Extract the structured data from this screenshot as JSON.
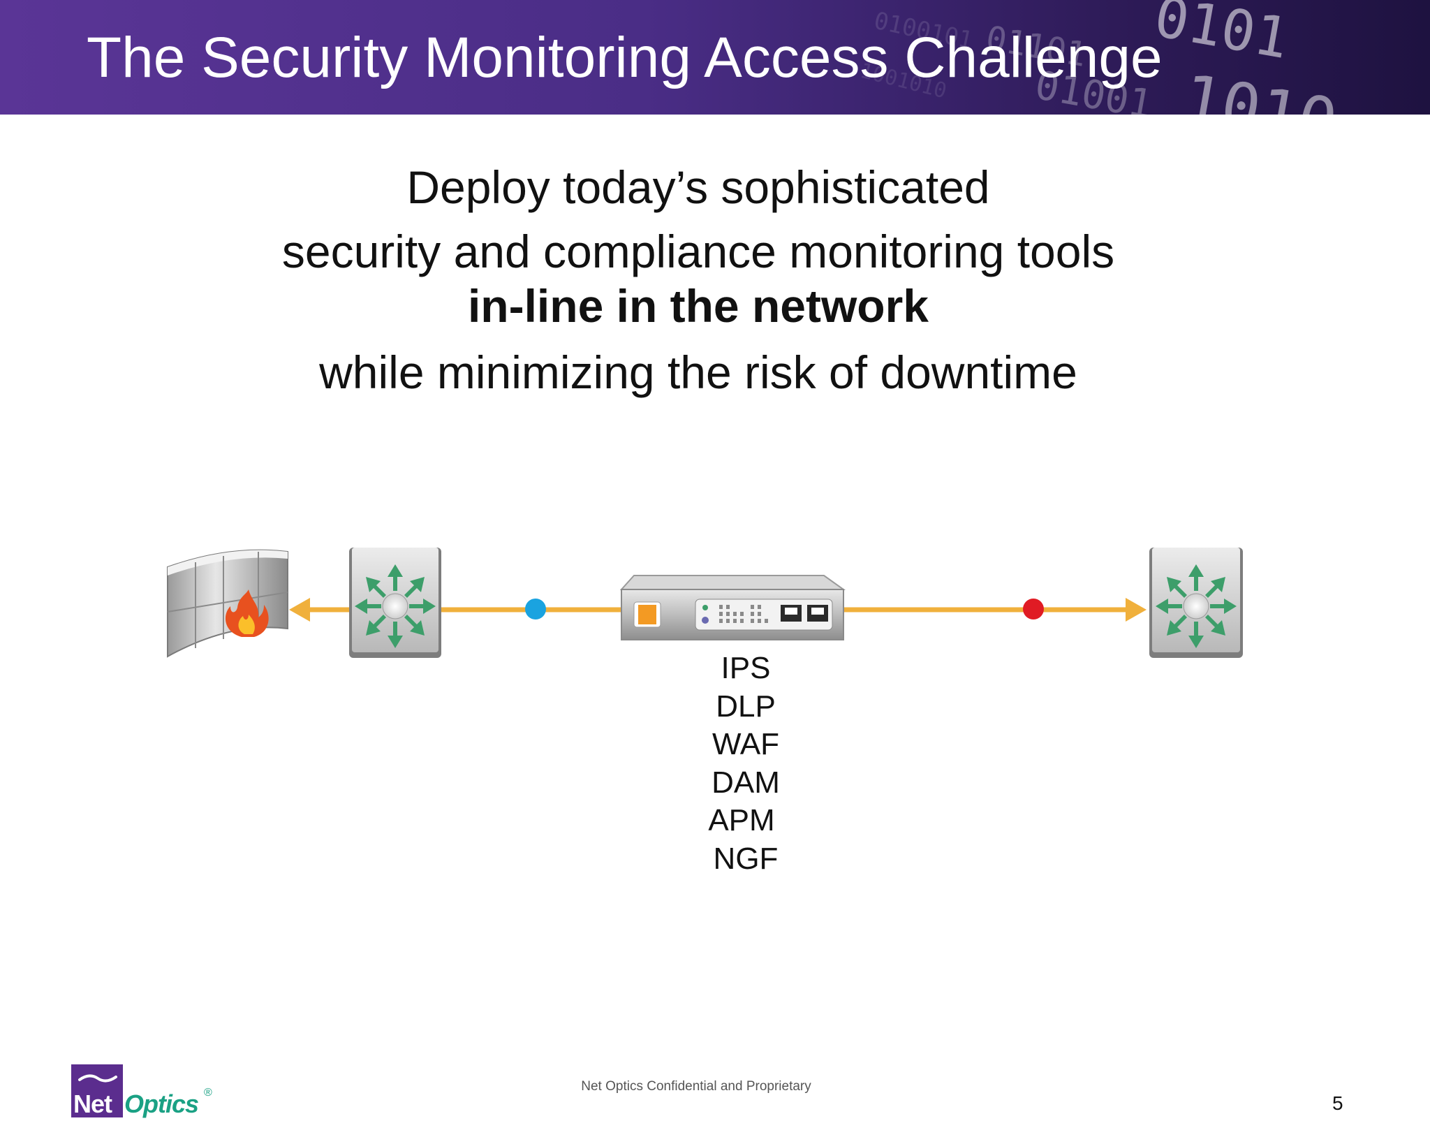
{
  "slide": {
    "title": "The Security Monitoring Access Challenge",
    "lines": [
      "Deploy today’s sophisticated",
      "security and compliance monitoring tools",
      "in-line in the network",
      "while minimizing the risk of downtime"
    ]
  },
  "diagram": {
    "devices": [
      "firewall-icon",
      "switch-icon",
      "inline-appliance-icon",
      "switch-icon"
    ],
    "link_color": "#f0b03c",
    "left_marker_color": "#1aa3e0",
    "right_marker_color": "#e01b24",
    "tools": [
      "IPS",
      "DLP",
      "WAF",
      "DAM",
      "APM",
      "NGF"
    ]
  },
  "footer": {
    "confidential": "Net Optics Confidential and Proprietary",
    "page_number": "5",
    "logo_net": "Net",
    "logo_optics": "Optics",
    "logo_reg": "®"
  },
  "colors": {
    "header_purple": "#5a3596",
    "logo_purple": "#5b2d8e",
    "logo_green": "#1aa184"
  }
}
